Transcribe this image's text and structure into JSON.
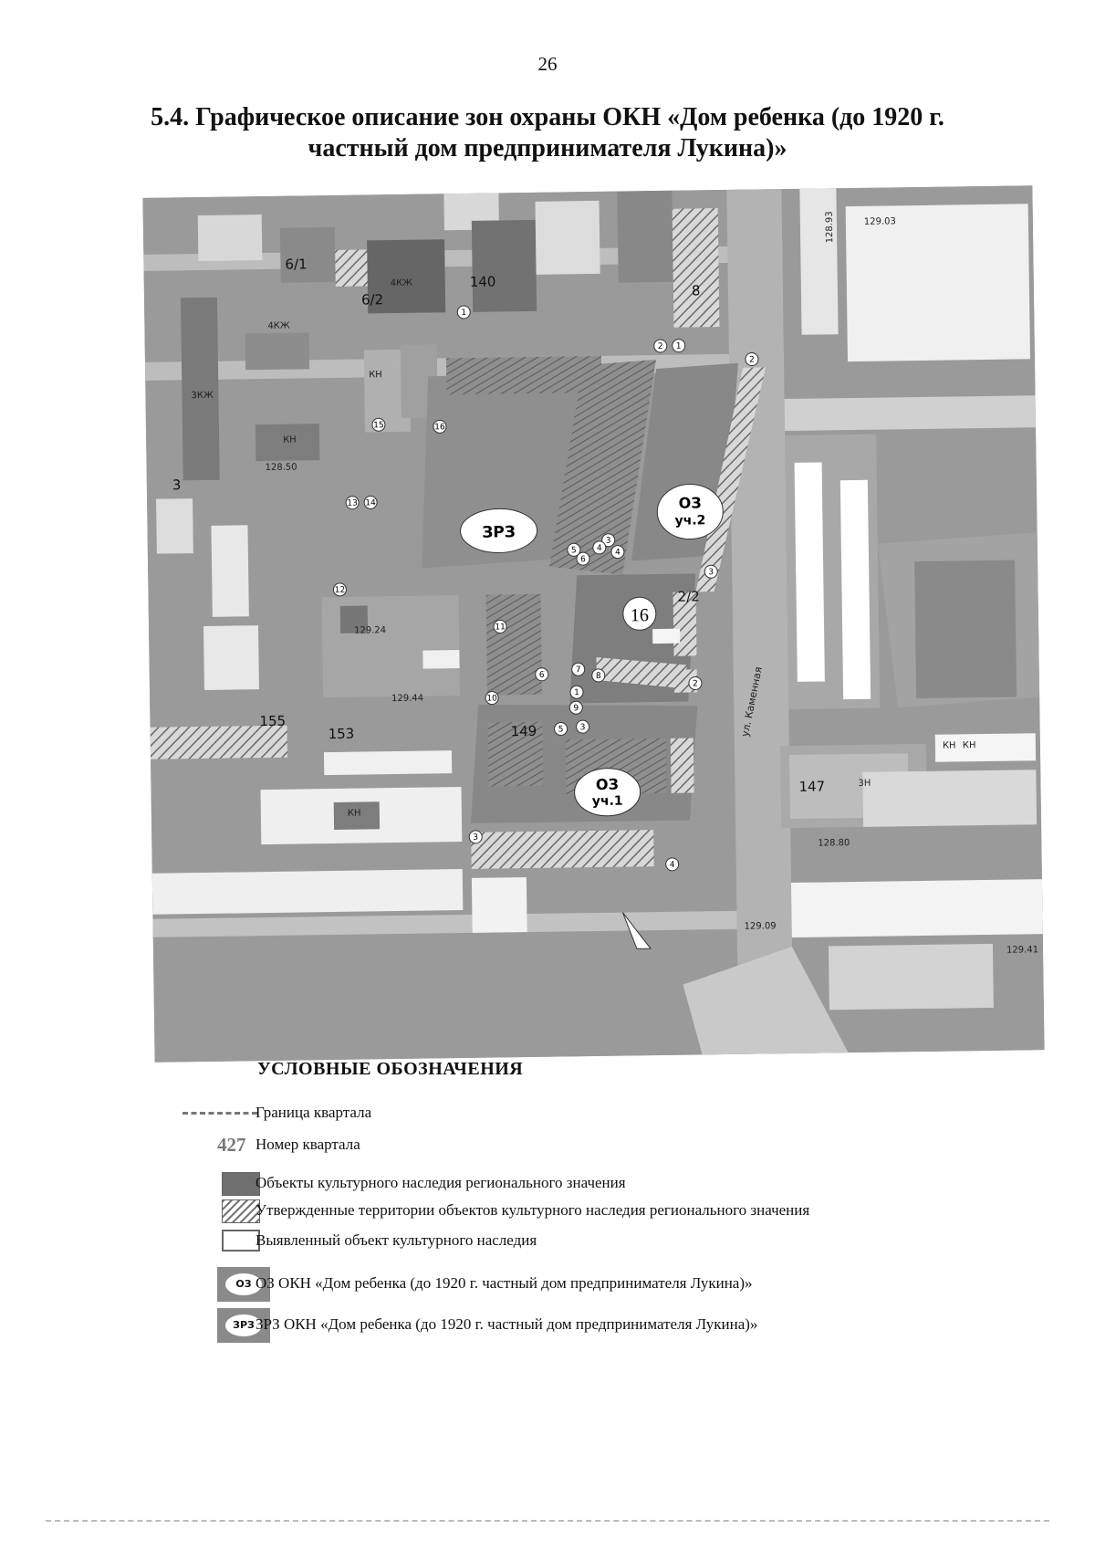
{
  "page": {
    "number": "26"
  },
  "title": {
    "line1": "5.4. Графическое описание зон охраны ОКН «Дом ребенка (до 1920 г.",
    "line2": "частный дом предпринимателя Лукина)»"
  },
  "map": {
    "zone_labels": {
      "zrz": "ЗРЗ",
      "oz_2_top": "ОЗ",
      "oz_2_bottom": "уч.2",
      "oz_1_top": "ОЗ",
      "oz_1_bottom": "уч.1"
    },
    "quarter_numbers": [
      "6/1",
      "6/2",
      "140",
      "3",
      "153",
      "155",
      "149",
      "147",
      "8",
      "16",
      "2/2"
    ],
    "building_labels": [
      "4КЖ",
      "3КЖ",
      "4КЖ",
      "КН",
      "КН",
      "3Н",
      "КН",
      "КН",
      "КН"
    ],
    "elevations": [
      "129.03",
      "128.93",
      "129.24",
      "129.09",
      "129.41",
      "128.80",
      "129.44",
      "128.50"
    ],
    "street": "ул. Каменная",
    "points": [
      "1",
      "2",
      "1",
      "2",
      "3",
      "4",
      "5",
      "6",
      "3",
      "4",
      "5",
      "6",
      "7",
      "8",
      "1",
      "9",
      "10",
      "11",
      "12",
      "13",
      "14",
      "15",
      "16",
      "2",
      "3",
      "4",
      "3"
    ]
  },
  "legend": {
    "title": "УСЛОВНЫЕ ОБОЗНАЧЕНИЯ",
    "quarter_number_sample": "427",
    "items": [
      "Граница квартала",
      "Номер квартала",
      "Объекты культурного наследия регионального значения",
      "Утвержденные территории объектов культурного наследия регионального значения",
      "Выявленный объект культурного наследия",
      "ОЗ ОКН «Дом ребенка (до 1920 г. частный дом предпринимателя Лукина)»",
      "ЗРЗ ОКН «Дом ребенка (до 1920 г. частный дом предпринимателя Лукина)»"
    ],
    "oz_symbol": "ОЗ",
    "zrz_symbol": "ЗРЗ"
  },
  "colors": {
    "map_bg": "#9a9a9a",
    "road": "#c8c8c8",
    "building": "#6f6f6f",
    "block": "#a8a8a8"
  }
}
